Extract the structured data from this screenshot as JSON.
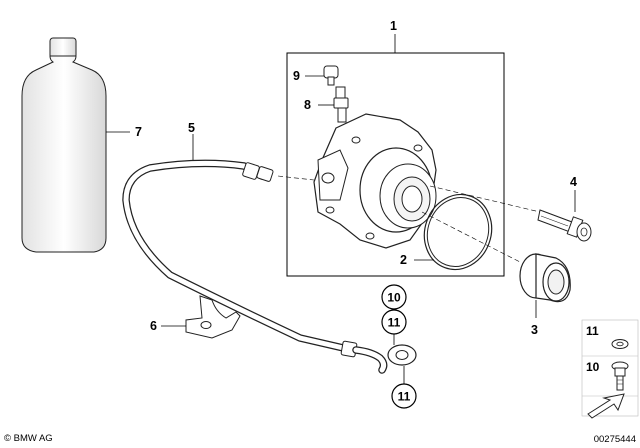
{
  "callouts": {
    "c1": "1",
    "c2": "2",
    "c3": "3",
    "c4": "4",
    "c5": "5",
    "c6": "6",
    "c7": "7",
    "c8": "8",
    "c9": "9"
  },
  "circled": {
    "top": "10",
    "mid": "11",
    "bottom": "11"
  },
  "side_legend": {
    "item_a": "11",
    "item_b": "10"
  },
  "footer": {
    "brand": "© BMW AG",
    "drawing_no": "00275444"
  }
}
